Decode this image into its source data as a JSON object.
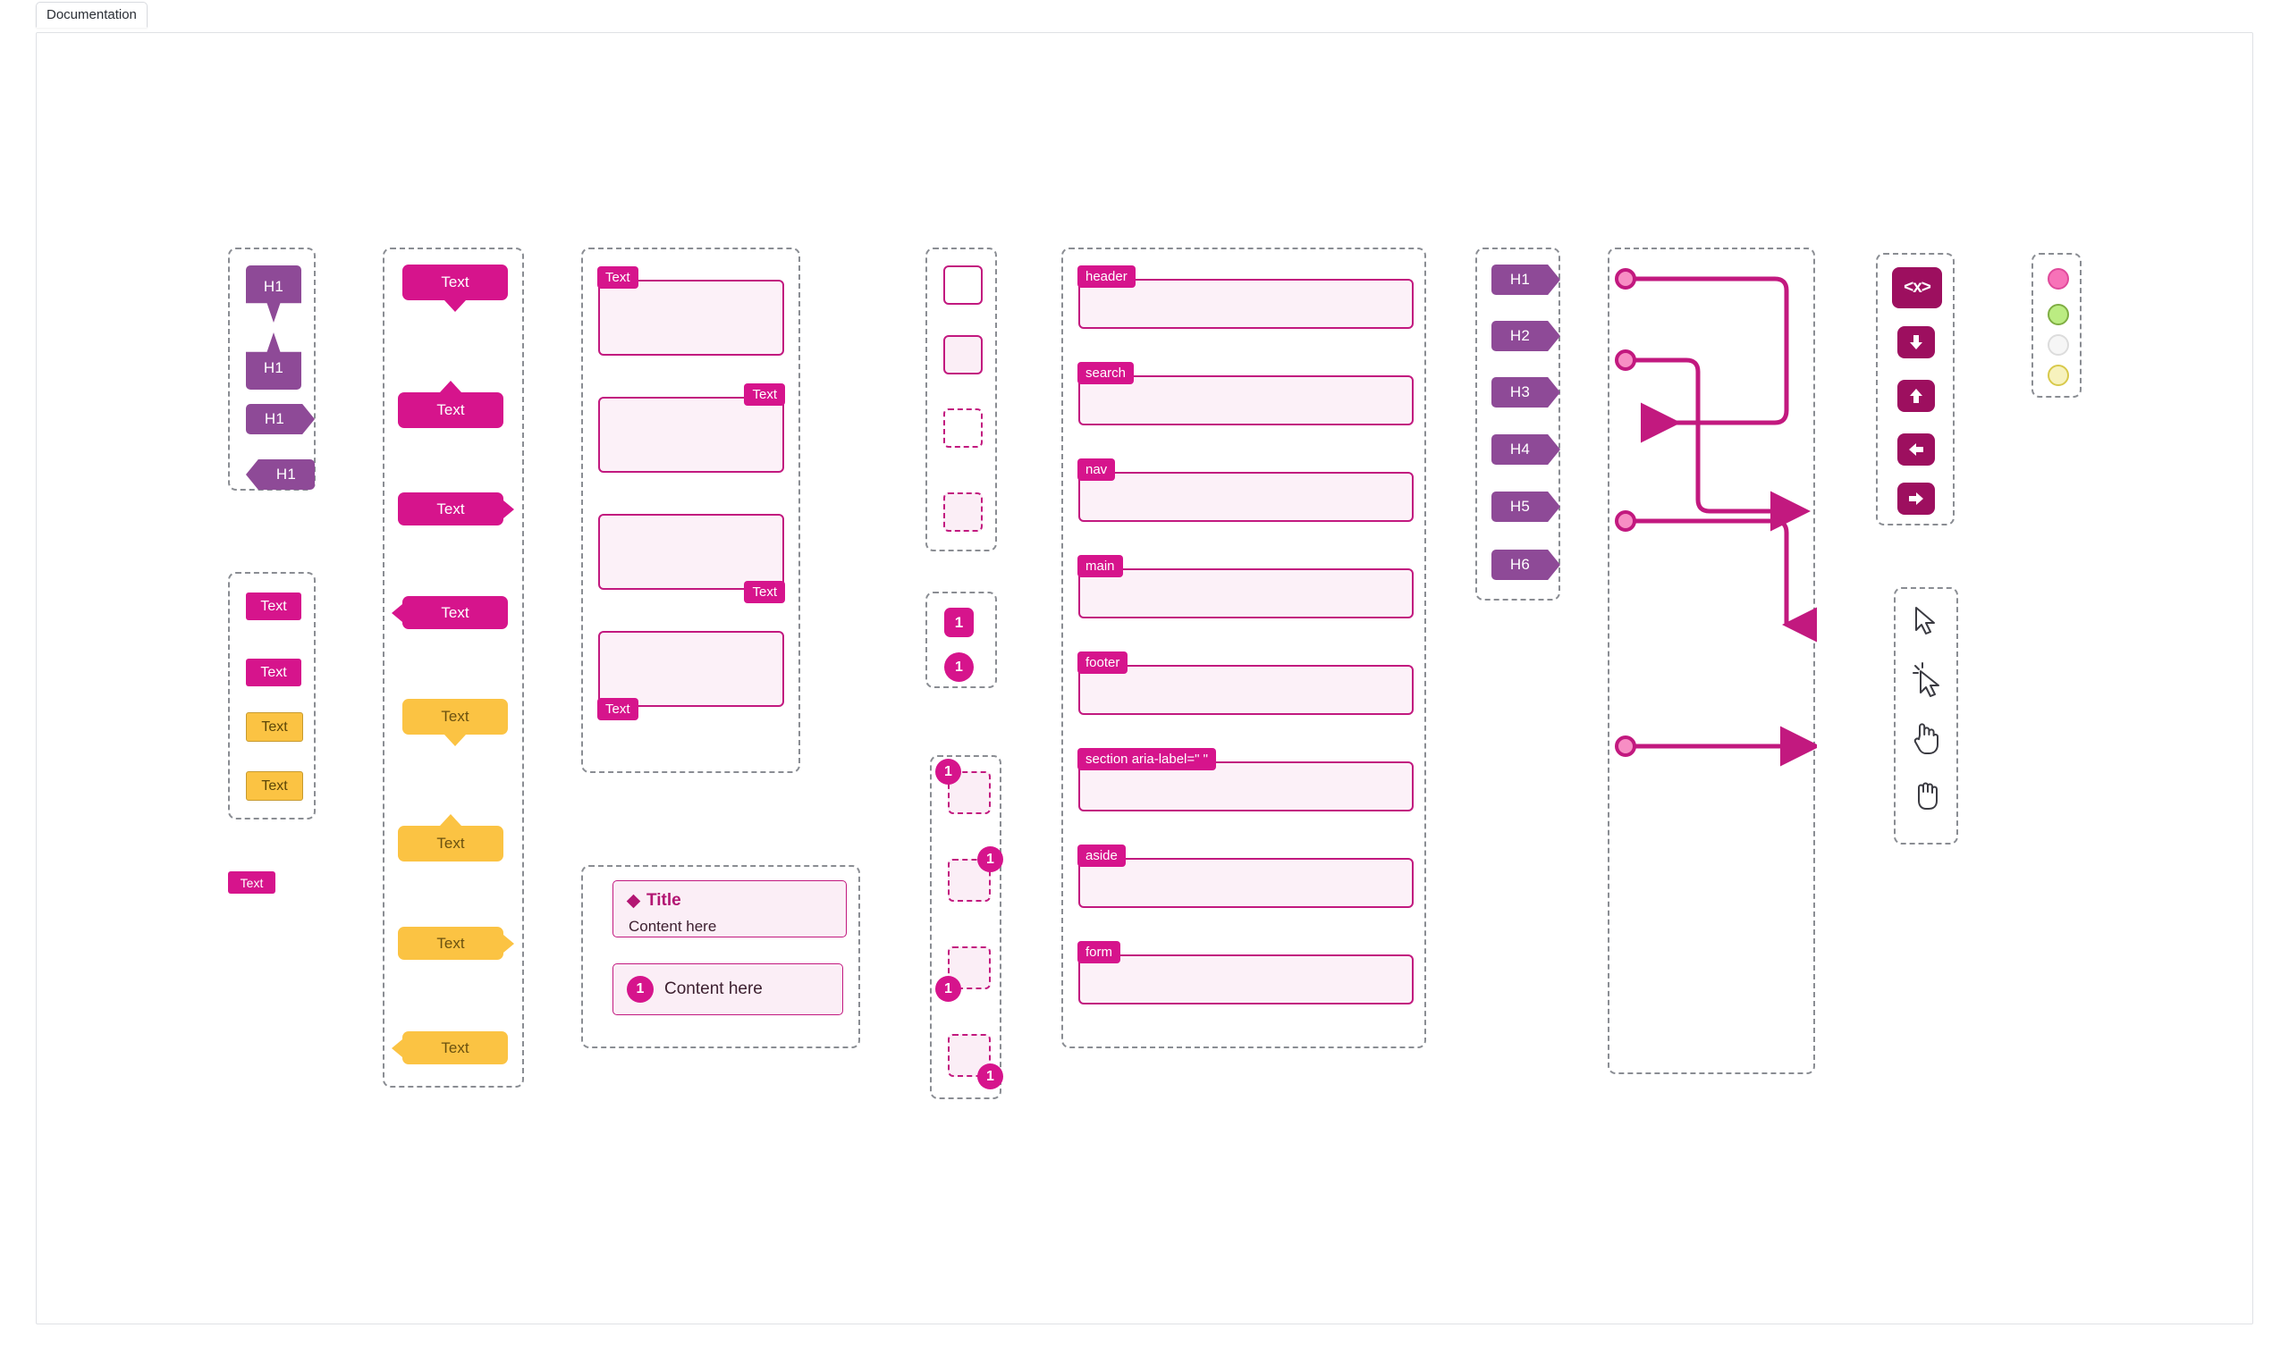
{
  "window": {
    "tab_label": "Documentation"
  },
  "colors": {
    "pink": "#d6148c",
    "pink_border": "#c2197f",
    "pink_fill": "#fcf1f8",
    "purple": "#8e4a97",
    "amber": "#fbc343",
    "dark_magenta": "#9d0f5f",
    "dashed_gray": "#8a8d93"
  },
  "heading_pointer_chips": {
    "items": [
      {
        "label": "H1",
        "direction": "down"
      },
      {
        "label": "H1",
        "direction": "up"
      },
      {
        "label": "H1",
        "direction": "right"
      },
      {
        "label": "H1",
        "direction": "left"
      }
    ]
  },
  "flat_chips": {
    "items": [
      {
        "label": "Text",
        "color": "pink"
      },
      {
        "label": "Text",
        "color": "pink"
      },
      {
        "label": "Text",
        "color": "amber"
      },
      {
        "label": "Text",
        "color": "amber"
      }
    ],
    "standalone": {
      "label": "Text",
      "color": "pink"
    }
  },
  "callouts": {
    "items": [
      {
        "label": "Text",
        "color": "pink",
        "tail": "down"
      },
      {
        "label": "Text",
        "color": "pink",
        "tail": "up"
      },
      {
        "label": "Text",
        "color": "pink",
        "tail": "right"
      },
      {
        "label": "Text",
        "color": "pink",
        "tail": "left"
      },
      {
        "label": "Text",
        "color": "amber",
        "tail": "down"
      },
      {
        "label": "Text",
        "color": "amber",
        "tail": "up"
      },
      {
        "label": "Text",
        "color": "amber",
        "tail": "right"
      },
      {
        "label": "Text",
        "color": "amber",
        "tail": "left"
      }
    ]
  },
  "labeled_boxes": {
    "items": [
      {
        "label": "Text",
        "tag_position": "top-left"
      },
      {
        "label": "Text",
        "tag_position": "top-right"
      },
      {
        "label": "Text",
        "tag_position": "bottom-right"
      },
      {
        "label": "Text",
        "tag_position": "bottom-left"
      }
    ]
  },
  "content_cards": {
    "title_card": {
      "title": "Title",
      "body": "Content here"
    },
    "numbered_card": {
      "number": "1",
      "body": "Content here"
    }
  },
  "squares": {
    "items": [
      {
        "border": "solid",
        "fill": "none"
      },
      {
        "border": "solid",
        "fill": "pink"
      },
      {
        "border": "dashed",
        "fill": "none"
      },
      {
        "border": "dashed",
        "fill": "pink"
      }
    ]
  },
  "number_badges": {
    "square": {
      "number": "1"
    },
    "circle": {
      "number": "1"
    }
  },
  "badged_squares": {
    "items": [
      {
        "number": "1",
        "corner": "top-left"
      },
      {
        "number": "1",
        "corner": "top-right"
      },
      {
        "number": "1",
        "corner": "bottom-left"
      },
      {
        "number": "1",
        "corner": "bottom-right"
      }
    ]
  },
  "landmarks": {
    "items": [
      {
        "label": "header"
      },
      {
        "label": "search"
      },
      {
        "label": "nav"
      },
      {
        "label": "main"
      },
      {
        "label": "footer"
      },
      {
        "label": "section aria-label=\"  \""
      },
      {
        "label": "aside"
      },
      {
        "label": "form"
      }
    ]
  },
  "heading_levels": {
    "items": [
      {
        "label": "H1"
      },
      {
        "label": "H2"
      },
      {
        "label": "H3"
      },
      {
        "label": "H4"
      },
      {
        "label": "H5"
      },
      {
        "label": "H6"
      }
    ]
  },
  "connectors": {
    "items": [
      {
        "shape": "right-down-left",
        "arrow": "left"
      },
      {
        "shape": "right-down-right",
        "arrow": "right"
      },
      {
        "shape": "right-down",
        "arrow": "down"
      },
      {
        "shape": "right",
        "arrow": "right"
      }
    ]
  },
  "action_buttons": {
    "items": [
      {
        "icon": "code-brackets-icon",
        "label": "<x>"
      },
      {
        "icon": "arrow-down-icon",
        "label": ""
      },
      {
        "icon": "arrow-up-icon",
        "label": ""
      },
      {
        "icon": "arrow-left-icon",
        "label": ""
      },
      {
        "icon": "arrow-right-icon",
        "label": ""
      }
    ]
  },
  "cursors": {
    "items": [
      {
        "icon": "cursor-arrow-icon"
      },
      {
        "icon": "cursor-click-icon"
      },
      {
        "icon": "cursor-pointing-hand-icon"
      },
      {
        "icon": "cursor-grab-hand-icon"
      }
    ]
  },
  "status_dots": {
    "items": [
      {
        "color": "#f772b8",
        "name": "pink-dot"
      },
      {
        "color": "#bbec82",
        "name": "green-dot"
      },
      {
        "color": "#f6f6f6",
        "name": "white-dot"
      },
      {
        "color": "#f7f2bd",
        "name": "yellow-dot"
      }
    ]
  }
}
